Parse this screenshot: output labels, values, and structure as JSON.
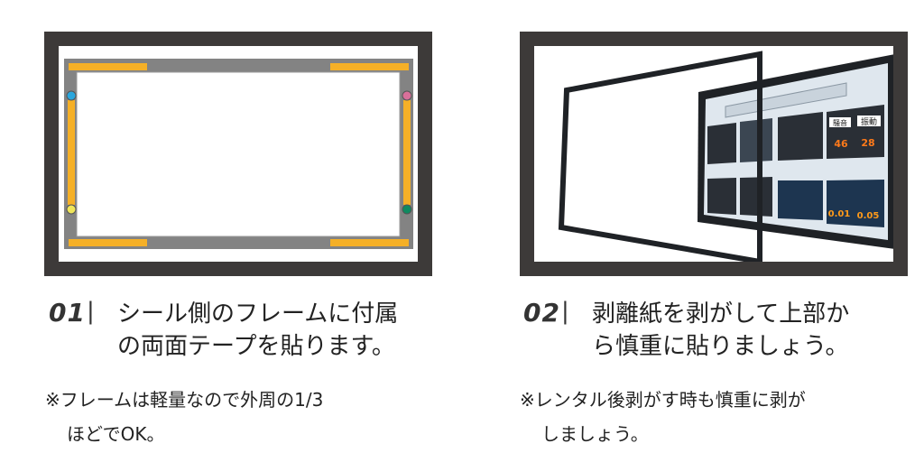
{
  "colors": {
    "frame_dark": "#3d3a39",
    "tape": "#f5b027",
    "gray_frame": "#838383",
    "blue": "#2aa6dd",
    "pink": "#d9709a",
    "yellow": "#efe55a",
    "green": "#0f8a60"
  },
  "step1": {
    "number": "01",
    "separator": "|",
    "line1": "シール側のフレームに付属",
    "line2": "の両面テープを貼ります。",
    "note1": "※フレームは軽量なので外周の1/3",
    "note2": "ほどでOK。"
  },
  "step2": {
    "number": "02",
    "separator": "|",
    "line1": "剥離紙を剥がして上部か",
    "line2": "ら慎重に貼りましょう。",
    "note1": "※レンタル後剥がす時も慎重に剥が",
    "note2": "しましょう。",
    "screen": {
      "label_noise": "騒音",
      "label_vibration": "振動",
      "noise_value": "46",
      "vibration_value": "28",
      "value_a": "0.01",
      "value_b": "0.05"
    }
  }
}
